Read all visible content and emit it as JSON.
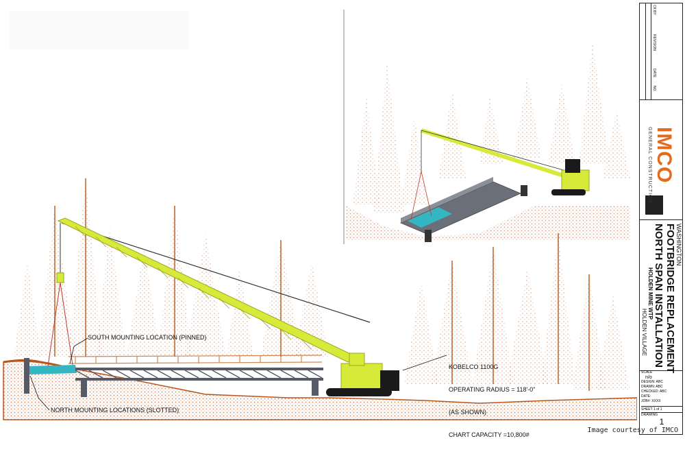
{
  "title_block": {
    "project": "HOLDEN MINE WTP",
    "title_line1": "FOOTBRIDGE REPLACEMENT",
    "title_line2": "NORTH SPAN INSTALLATION",
    "location_left": "HOLDEN VILLAGE",
    "location_right": "WASHINGTON",
    "company": "IMCO",
    "company_sub": "GENERAL CONSTRUCTION",
    "scale_label": "SCALE",
    "scale_value": "n/o",
    "design": "DESIGN: ABC",
    "drawn": "DRAWN: ABC",
    "checked": "CHECKED: ABC",
    "date": "DATE:",
    "job": "JOB#: XXXX",
    "sheet_label": "SHEET",
    "sheet_num": "1",
    "sheet_of": "of 1",
    "drawing_label": "DRAWING",
    "drawing_num": "1",
    "revision_headers": [
      "NO.",
      "DATE",
      "REVISION",
      "BY",
      "CK"
    ]
  },
  "annotations": {
    "south_mount": "SOUTH MOUNTING LOCATION (PINNED)",
    "north_mount": "NORTH MOUNTING LOCATIONS (SLOTTED)",
    "crane_model": "KOBELCO 1100G",
    "operating_radius": "OPERATING RADIUS = 118'-0\"",
    "as_shown": "(AS SHOWN)",
    "chart_capacity": "CHART CAPACITY =10,800#"
  },
  "credit": "Image courtesy of IMCO",
  "colors": {
    "trees": "#c8692a",
    "crane": "#d7ea3a",
    "bridge": "#555a66",
    "deck_teal": "#35b7c3",
    "black": "#1a1a1a"
  }
}
